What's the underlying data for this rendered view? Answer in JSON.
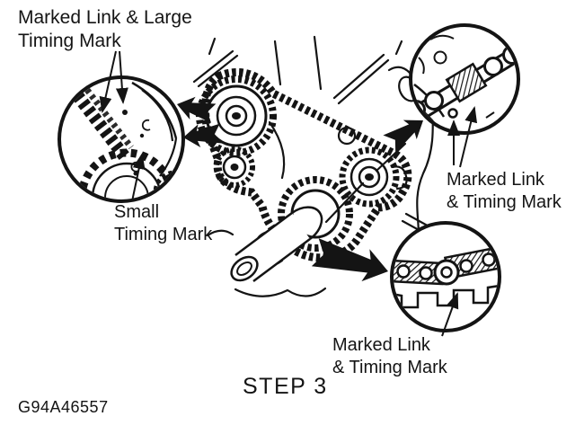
{
  "colors": {
    "ink": "#141414",
    "background": "#ffffff"
  },
  "labels": {
    "marked_link_large": {
      "line1": "Marked Link & Large",
      "line2": "Timing Mark"
    },
    "small_timing_mark": {
      "line1": "Small",
      "line2": "Timing Mark"
    },
    "marked_link_right": {
      "line1": "Marked Link",
      "line2": "& Timing Mark"
    },
    "marked_link_bottom": {
      "line1": "Marked Link",
      "line2": "& Timing Mark"
    },
    "step": "STEP 3",
    "figure_code": "G94A46557"
  }
}
